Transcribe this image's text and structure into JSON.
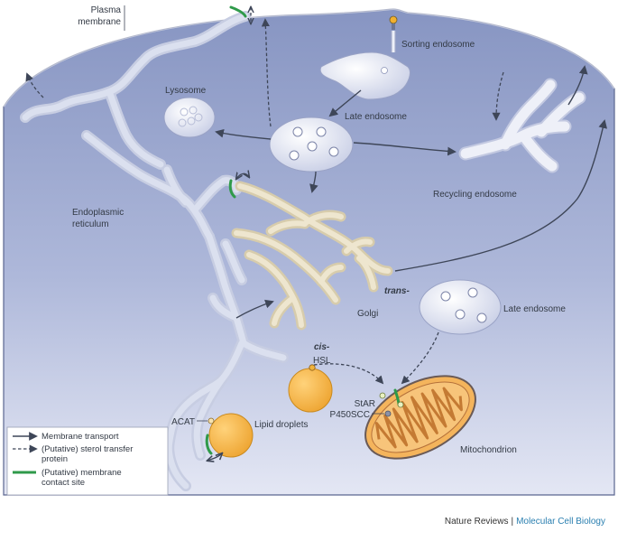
{
  "labels": {
    "plasma_membrane_1": "Plasma",
    "plasma_membrane_2": "membrane",
    "sorting_endosome": "Sorting endosome",
    "lysosome": "Lysosome",
    "late_endosome_top": "Late endosome",
    "recycling_endosome": "Recycling endosome",
    "er_1": "Endoplasmic",
    "er_2": "reticulum",
    "trans": "trans-",
    "golgi": "Golgi",
    "cis": "cis-",
    "late_endosome_right": "Late endosome",
    "hsl": "HSL",
    "star": "StAR",
    "p450scc": "P450SCC",
    "acat": "ACAT",
    "lipid_droplets": "Lipid droplets",
    "mitochondrion": "Mitochondrion"
  },
  "legend": {
    "membrane_transport": "Membrane transport",
    "sterol_transfer_1": "(Putative) sterol transfer",
    "sterol_transfer_2": "protein",
    "contact_site_1": "(Putative) membrane",
    "contact_site_2": "contact site"
  },
  "credit": {
    "journal": "Nature Reviews",
    "separator": "|",
    "section": "Molecular Cell Biology"
  },
  "colors": {
    "cell_top": "#8f9cc6",
    "cell_bottom": "#dde2f2",
    "organelle": "#e7eaf5",
    "golgi": "#ece3c9",
    "lipid": "#f6b744",
    "mito": "#f4b45c",
    "contact": "#2f9a4a",
    "arrow": "#3e4658"
  }
}
